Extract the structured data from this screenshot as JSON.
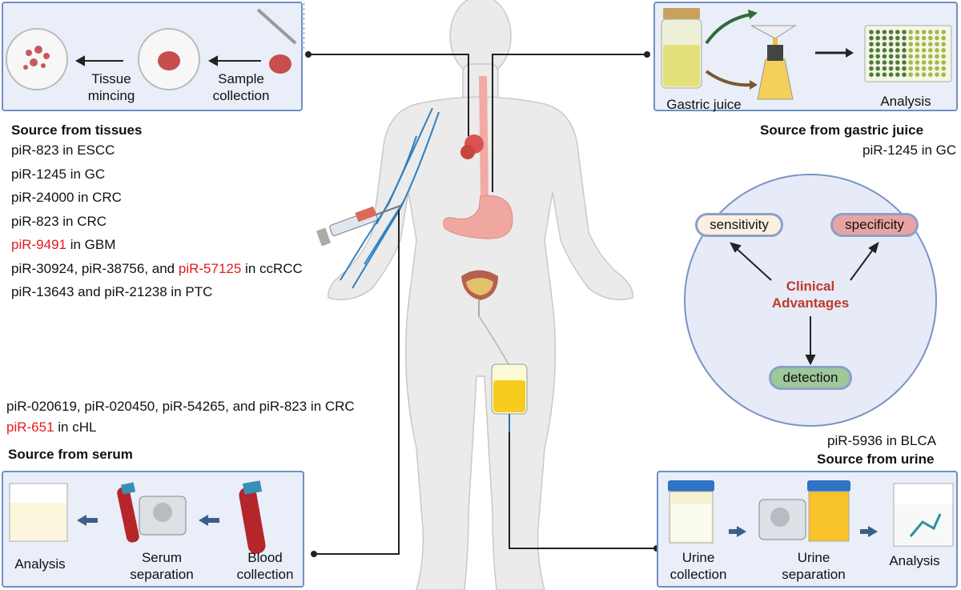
{
  "tissues": {
    "steps": [
      "Tissue\nmincing",
      "Sample\ncollection"
    ],
    "heading": "Source from tissues",
    "items": [
      {
        "parts": [
          {
            "t": "piR-823 in ESCC",
            "red": false
          }
        ]
      },
      {
        "parts": [
          {
            "t": "piR-1245 in GC",
            "red": false
          }
        ]
      },
      {
        "parts": [
          {
            "t": "piR-24000 in CRC",
            "red": false
          }
        ]
      },
      {
        "parts": [
          {
            "t": "piR-823 in CRC",
            "red": false
          }
        ]
      },
      {
        "parts": [
          {
            "t": "piR-9491",
            "red": true
          },
          {
            "t": " in GBM",
            "red": false
          }
        ]
      },
      {
        "parts": [
          {
            "t": "piR-30924, piR-38756, and ",
            "red": false
          },
          {
            "t": "piR-57125",
            "red": true
          },
          {
            "t": " in ccRCC",
            "red": false
          }
        ]
      },
      {
        "parts": [
          {
            "t": "piR-13643 and piR-21238 in PTC",
            "red": false
          }
        ]
      }
    ]
  },
  "gastric": {
    "steps": [
      "Gastric juice",
      "Analysis"
    ],
    "heading": "Source from gastric juice",
    "items": [
      "piR-1245 in GC"
    ]
  },
  "advantages": {
    "center": "Clinical\nAdvantages",
    "items": [
      "sensitivity",
      "specificity",
      "detection"
    ]
  },
  "serum": {
    "items": [
      {
        "parts": [
          {
            "t": "piR-020619, piR-020450, piR-54265, and piR-823 in CRC",
            "red": false
          }
        ]
      },
      {
        "parts": [
          {
            "t": "piR-651",
            "red": true
          },
          {
            "t": " in cHL",
            "red": false
          }
        ]
      }
    ],
    "heading": "Source from serum",
    "steps": [
      "Analysis",
      "Serum\nseparation",
      "Blood\ncollection"
    ]
  },
  "urine": {
    "items": [
      "piR-5936 in BLCA"
    ],
    "heading": "Source from urine",
    "steps": [
      "Urine\ncollection",
      "Urine\nseparation",
      "Analysis"
    ]
  },
  "colors": {
    "accent_red": "#e31a1c",
    "advantage_text": "#c0392b",
    "panel_bg": "#e9eef8",
    "panel_border": "#6f8fc6",
    "circle_bg": "#e6ebf7",
    "sensitivity_fill": "#fbefe0",
    "specificity_fill": "#e8a3a3",
    "detection_fill": "#9ec79a"
  }
}
